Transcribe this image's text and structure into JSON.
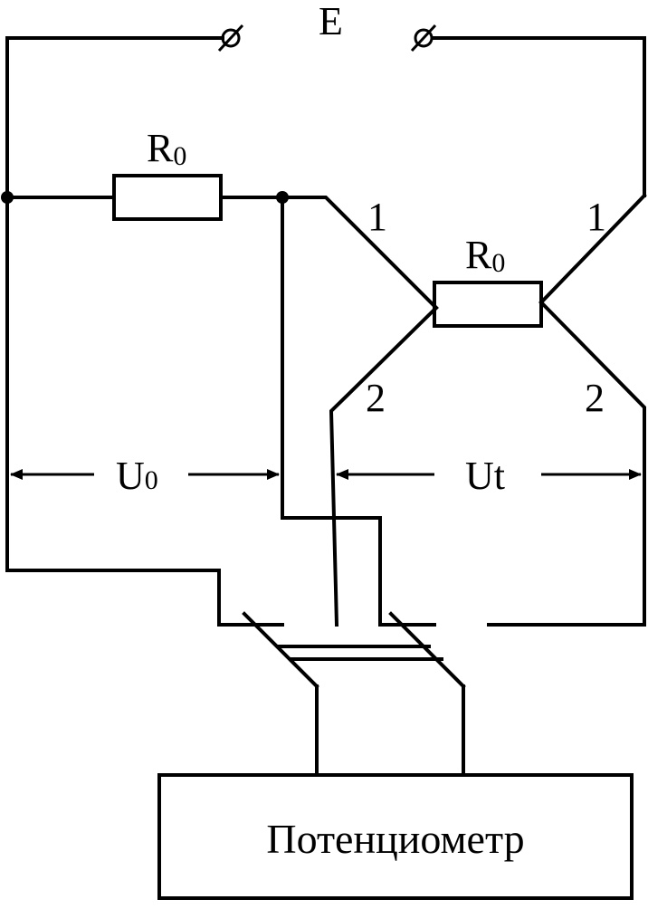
{
  "source_label": "E",
  "resistor_top": {
    "letter": "R",
    "sub": "0"
  },
  "resistor_bridge": {
    "letter": "R",
    "sub": "0"
  },
  "terminals": {
    "t1_left": "1",
    "t1_right": "1",
    "t2_left": "2",
    "t2_right": "2"
  },
  "voltage_u0": {
    "letter": "U",
    "sub": "0"
  },
  "voltage_ut": "Ut",
  "device_label": "Потенциометр"
}
